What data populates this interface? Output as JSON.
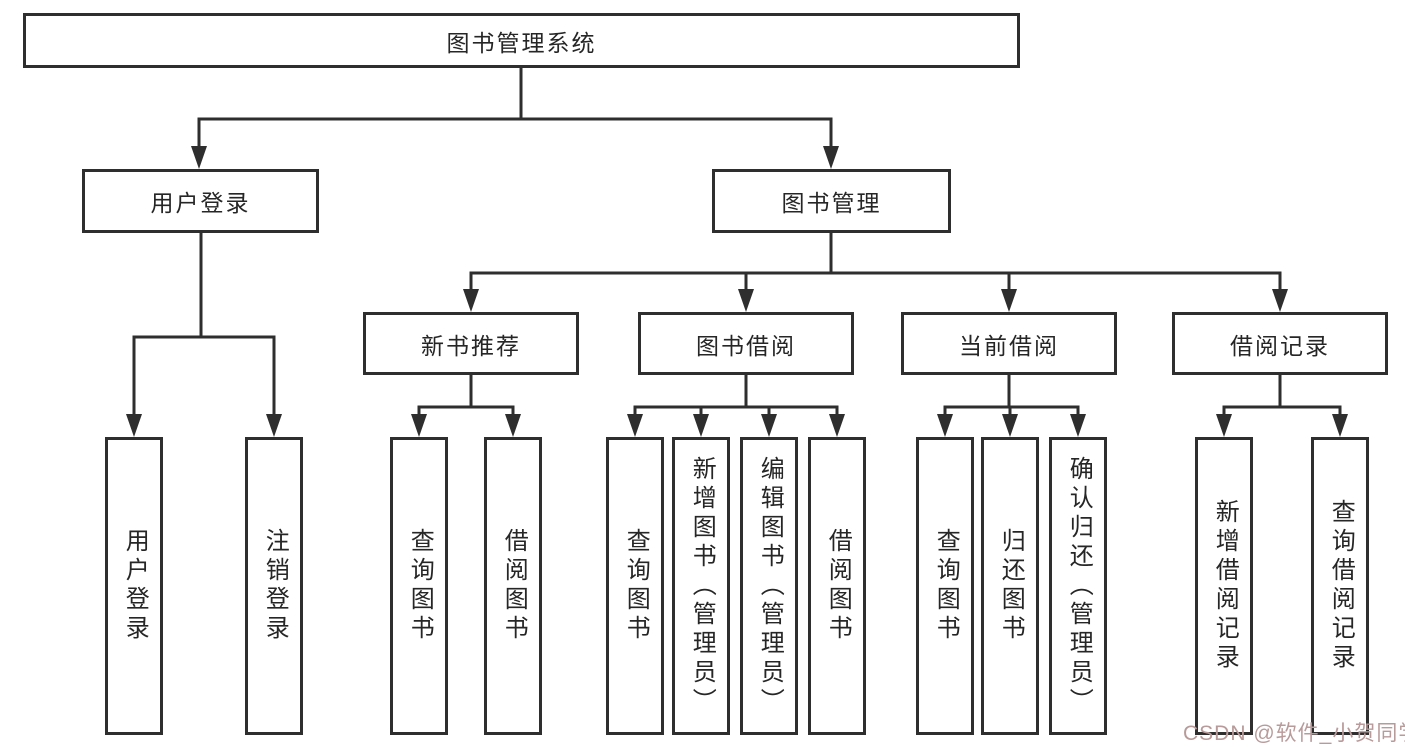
{
  "colors": {
    "line": "#2e2e2e",
    "box-border": "#2e2e2e",
    "text": "#262626",
    "background": "#ffffff",
    "watermark": "#b89a9a"
  },
  "nodes": {
    "root": "图书管理系统",
    "user_login": "用户登录",
    "book_mgmt": "图书管理",
    "new_book_rec": "新书推荐",
    "book_borrow": "图书借阅",
    "current_borrow": "当前借阅",
    "borrow_record": "借阅记录",
    "ul_user_login": "用户登录",
    "ul_logout": "注销登录",
    "nr_query_book": "查询图书",
    "nr_borrow_book": "借阅图书",
    "bb_query_book": "查询图书",
    "bb_add_book": "新增图书（管理员）",
    "bb_edit_book": "编辑图书（管理员）",
    "bb_borrow_book": "借阅图书",
    "cb_query_book": "查询图书",
    "cb_return_book": "归还图书",
    "cb_confirm_return": "确认归还（管理员）",
    "br_add_record": "新增借阅记录",
    "br_query_record": "查询借阅记录"
  },
  "hierarchy": {
    "图书管理系统": {
      "用户登录": [
        "用户登录",
        "注销登录"
      ],
      "图书管理": {
        "新书推荐": [
          "查询图书",
          "借阅图书"
        ],
        "图书借阅": [
          "查询图书",
          "新增图书（管理员）",
          "编辑图书（管理员）",
          "借阅图书"
        ],
        "当前借阅": [
          "查询图书",
          "归还图书",
          "确认归还（管理员）"
        ],
        "借阅记录": [
          "新增借阅记录",
          "查询借阅记录"
        ]
      }
    }
  },
  "watermark": {
    "text": "CSDN @软件_小贺同学"
  }
}
